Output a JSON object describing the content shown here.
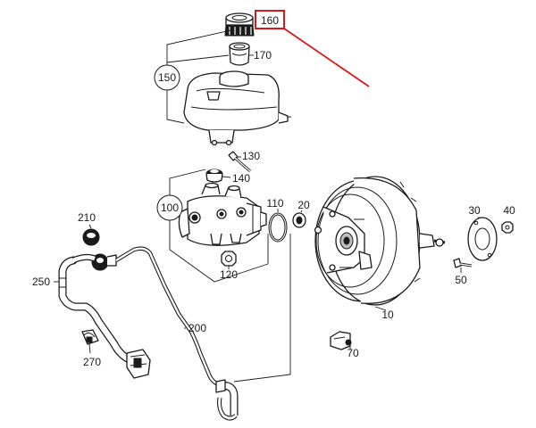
{
  "diagram": {
    "highlight_color": "#e0151b",
    "line_color": "#1a1a1a",
    "callouts": {
      "c10": "10",
      "c20": "20",
      "c30": "30",
      "c40": "40",
      "c50": "50",
      "c70": "70",
      "c100": "100",
      "c110": "110",
      "c120": "120",
      "c130": "130",
      "c140": "140",
      "c150": "150",
      "c160": "160",
      "c170": "170",
      "c200": "200",
      "c210": "210",
      "c250": "250",
      "c270": "270"
    }
  }
}
